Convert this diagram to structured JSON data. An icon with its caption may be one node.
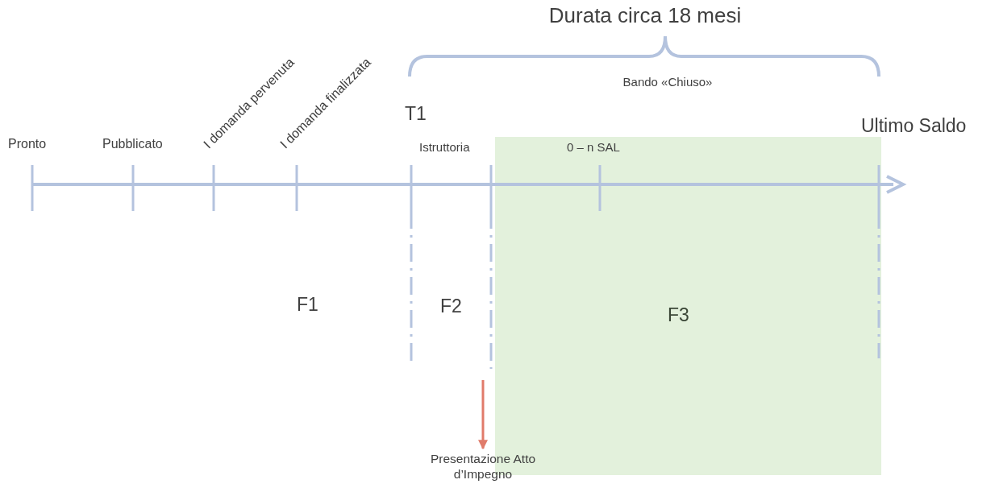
{
  "diagram": {
    "nodes": [
      {
        "text": [
          "F3"
        ]
      },
      {
        "text": [
          "Presentazione Atto d’Impegno"
        ]
      }
    ],
    "edges": [
      {
        "from": null,
        "to": 1,
        "arrow": "to",
        "color": "#e07b6a"
      }
    ],
    "labels": [
      "Durata circa 18 mesi",
      "Bando «Chiuso»",
      "Pronto",
      "Pubblicato",
      "I domanda pervenuta",
      "I domanda finalizzata",
      "T1",
      "Istruttoria",
      "0 – n SAL",
      "Ultimo Saldo",
      "F1",
      "F2"
    ]
  }
}
